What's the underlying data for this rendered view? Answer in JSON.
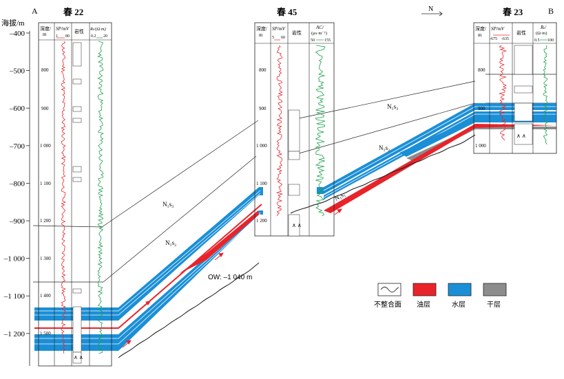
{
  "endpoints": {
    "left": "A",
    "right": "B"
  },
  "north_arrow": "N",
  "axis": {
    "title": "海拔/m",
    "ticks": [
      {
        "label": "–400",
        "value": -400
      },
      {
        "label": "–500",
        "value": -500
      },
      {
        "label": "–600",
        "value": -600
      },
      {
        "label": "–700",
        "value": -700
      },
      {
        "label": "–800",
        "value": -800
      },
      {
        "label": "–900",
        "value": -900
      },
      {
        "label": "–1 000",
        "value": -1000
      },
      {
        "label": "–1 100",
        "value": -1100
      },
      {
        "label": "–1 200",
        "value": -1200
      }
    ]
  },
  "wells": [
    {
      "name": "春 22",
      "headers": {
        "depth": [
          "深度/",
          "m"
        ],
        "sp": [
          "SP/mV",
          "1",
          "80"
        ],
        "lith": "岩性",
        "rt": [
          "Rₜ/(Ω·m)",
          "0.2",
          "20"
        ]
      },
      "depth_labels": [
        "800",
        "900",
        "1 000",
        "1 100",
        "1 200",
        "1 300",
        "1 400",
        "1 500"
      ],
      "rock_symbol": "∧ ∧"
    },
    {
      "name": "春 45",
      "headers": {
        "depth": [
          "深度/",
          "m"
        ],
        "sp": [
          "SP/mV",
          "5",
          "60"
        ],
        "lith": "岩性",
        "rt": [
          "AC/",
          "(μs·m⁻¹)",
          "50",
          "155"
        ]
      },
      "depth_labels": [
        "800",
        "900",
        "1 000",
        "1 100",
        "1 200"
      ],
      "rock_symbol": "∧ ∧"
    },
    {
      "name": "春 23",
      "headers": {
        "depth": [
          "深度/",
          "m"
        ],
        "sp": [
          "SP/mV",
          "-675",
          "-635"
        ],
        "lith": "岩性",
        "rt": [
          "Rₜ/",
          "(Ω·m)",
          "0.5",
          "100"
        ]
      },
      "depth_labels": [
        "800",
        "900",
        "1 000"
      ],
      "rock_symbol": "∧ ∧"
    }
  ],
  "formation_labels": {
    "s3": "N₁s₃",
    "s2": "N₁s₂",
    "s1": "N₁s₁"
  },
  "ow_label": "OW: –1 040 m",
  "legend": [
    {
      "label": "不整合面",
      "type": "unconformity"
    },
    {
      "label": "油层",
      "color": "#e8242a"
    },
    {
      "label": "水层",
      "color": "#1b8fd6"
    },
    {
      "label": "干层",
      "color": "#8c8c8c"
    }
  ],
  "colors": {
    "oil": "#e8242a",
    "water": "#1b8fd6",
    "dry": "#8c8c8c",
    "sp_curve": "#e8242a",
    "rt_curve": "#1aa04a"
  }
}
